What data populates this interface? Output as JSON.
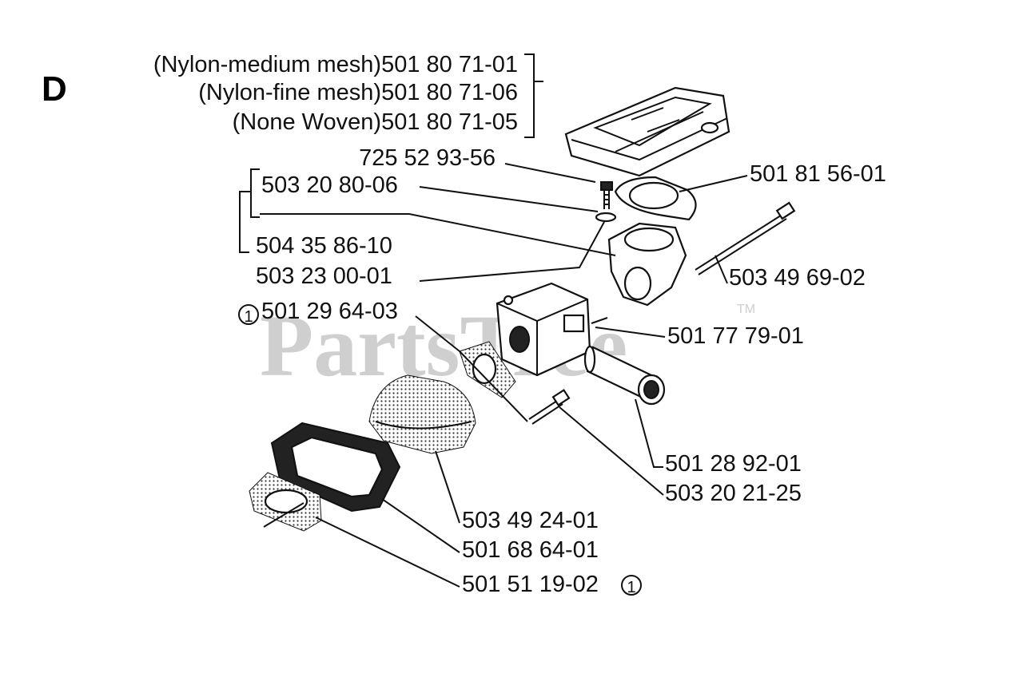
{
  "section_letter": "D",
  "watermark": {
    "text": "PartsTree",
    "tm": "TM"
  },
  "filter_options": [
    {
      "desc": "(Nylon-medium mesh)",
      "part": "501 80 71-01"
    },
    {
      "desc": "(Nylon-fine mesh)",
      "part": "501 80 71-06"
    },
    {
      "desc": "(None Woven)",
      "part": "501 80 71-05"
    }
  ],
  "callouts": {
    "c_725529356": "725 52 93-56",
    "c_503208006": "503 20 80-06",
    "c_504358610": "504 35 86-10",
    "c_503230001": "503 23 00-01",
    "c_501815601": "501 81 56-01",
    "c_503496902": "503 49 69-02",
    "c_501296403": "501 29 64-03",
    "c_501777901": "501 77 79-01",
    "c_501289201": "501 28 92-01",
    "c_503202125": "503 20 21-25",
    "c_503492401": "503 49 24-01",
    "c_501686401": "501 68 64-01",
    "c_501511902": "501 51 19-02"
  },
  "note_marker": "1"
}
